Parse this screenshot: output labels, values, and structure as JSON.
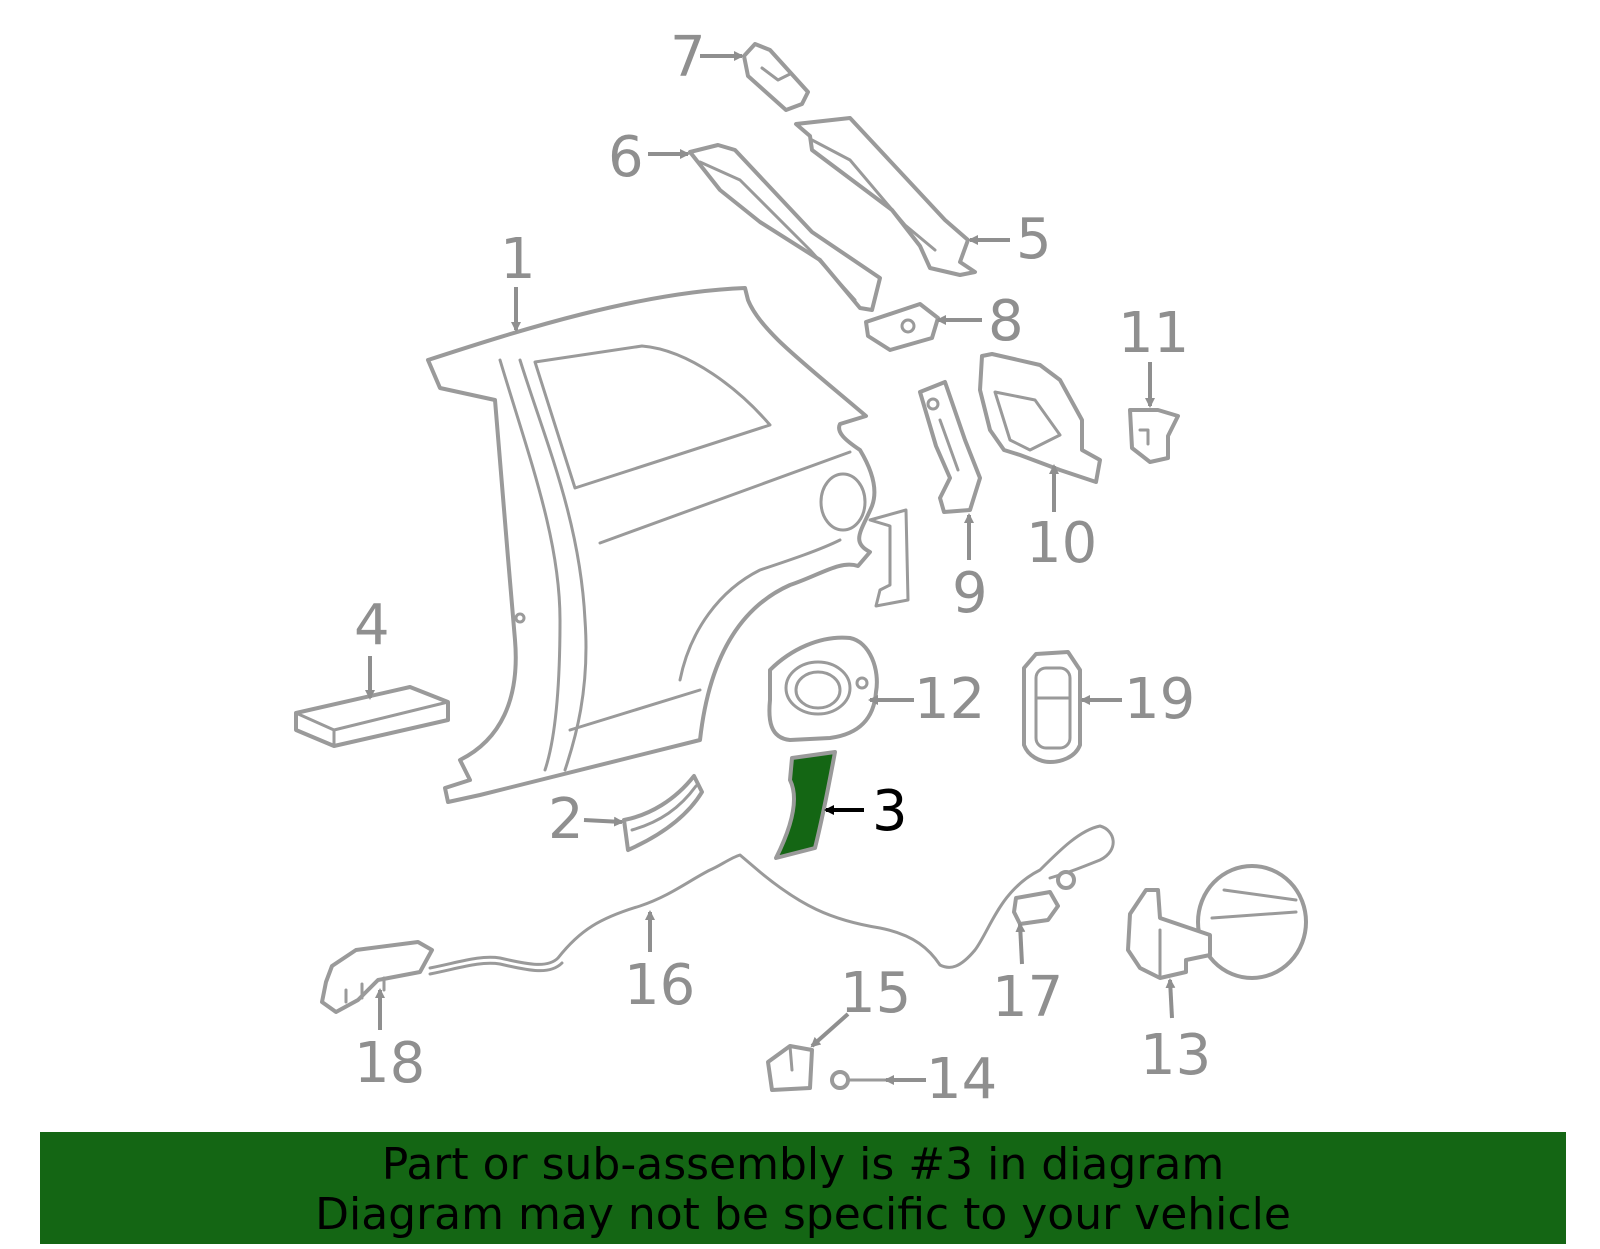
{
  "diagram": {
    "highlighted_part": "3",
    "callouts": [
      "1",
      "2",
      "3",
      "4",
      "5",
      "6",
      "7",
      "8",
      "9",
      "10",
      "11",
      "12",
      "13",
      "14",
      "15",
      "16",
      "17",
      "18",
      "19"
    ]
  },
  "banner": {
    "line1": "Part or sub-assembly is #3 in diagram",
    "line2": "Diagram may not be specific to your vehicle"
  },
  "colors": {
    "highlight": "#146614",
    "line_art": "#9a9a9a",
    "banner_background": "#146614"
  }
}
